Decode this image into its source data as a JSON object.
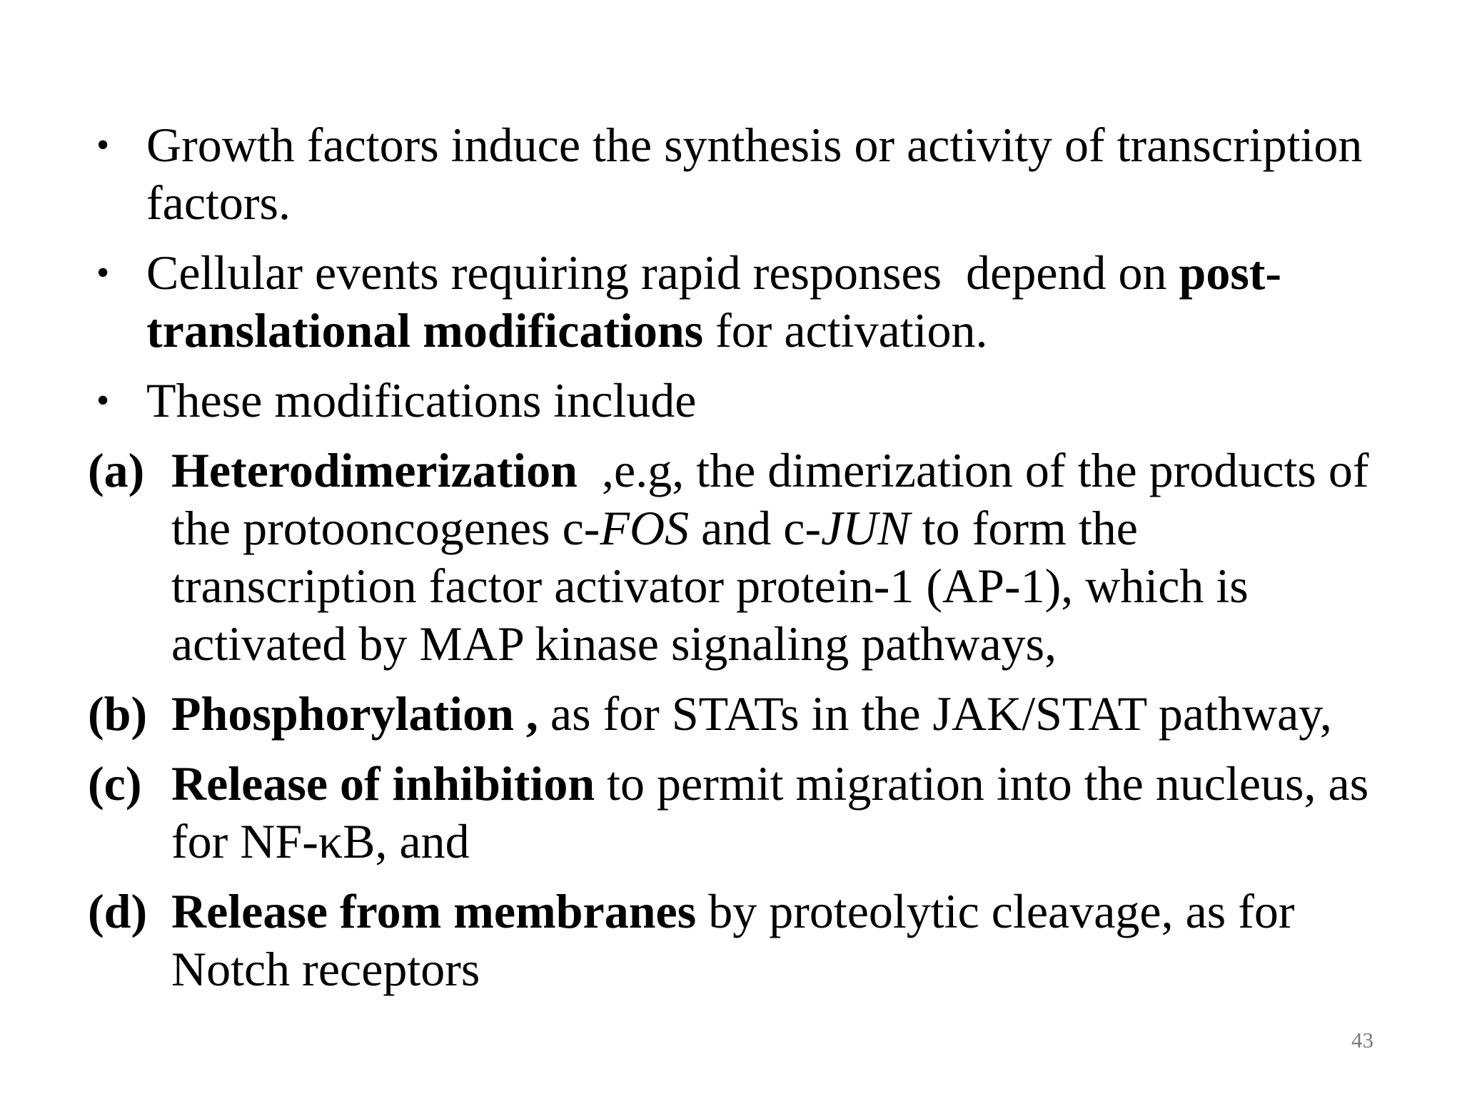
{
  "page": {
    "background_color": "#ffffff",
    "text_color": "#000000",
    "page_number": "43",
    "page_number_color": "#7a7a7a"
  },
  "content": {
    "paragraphs": [
      {
        "type": "bullet",
        "marker": "•",
        "name": "bullet-item-growth-factors",
        "lines": [
          [
            {
              "t": "Growth factors induce the synthesis or activity of transcription"
            }
          ],
          [
            {
              "t": "factors."
            }
          ]
        ]
      },
      {
        "type": "bullet",
        "marker": "•",
        "name": "bullet-item-cellular-events",
        "lines": [
          [
            {
              "t": "Cellular events requiring rapid responses  depend on "
            },
            {
              "t": "post-",
              "b": true
            }
          ],
          [
            {
              "t": "translational modifications",
              "b": true
            },
            {
              "t": " for activation."
            }
          ]
        ]
      },
      {
        "type": "bullet",
        "marker": "•",
        "name": "bullet-item-modifications-include",
        "lines": [
          [
            {
              "t": "These modifications include"
            }
          ]
        ]
      },
      {
        "type": "lettered",
        "marker": "(a)",
        "name": "lettered-item-heterodimerization",
        "lines": [
          [
            {
              "t": "Heterodimerization",
              "b": true
            },
            {
              "t": "  ,e.g, the dimerization of the products of"
            }
          ],
          [
            {
              "t": "the protooncogenes c-"
            },
            {
              "t": "FOS",
              "i": true
            },
            {
              "t": " and c-"
            },
            {
              "t": "JUN",
              "i": true
            },
            {
              "t": " to form the"
            }
          ],
          [
            {
              "t": "transcription factor activator protein-1 (AP-1), which is"
            }
          ],
          [
            {
              "t": "activated by MAP kinase signaling pathways,"
            }
          ]
        ]
      },
      {
        "type": "lettered",
        "marker": "(b)",
        "name": "lettered-item-phosphorylation",
        "lines": [
          [
            {
              "t": "Phosphorylation ,",
              "b": true
            },
            {
              "t": " as for STATs in the JAK/STAT pathway,"
            }
          ]
        ]
      },
      {
        "type": "lettered",
        "marker": "(c)",
        "name": "lettered-item-release-of-inhibition",
        "lines": [
          [
            {
              "t": "Release of inhibition",
              "b": true
            },
            {
              "t": " to permit migration into the nucleus, as"
            }
          ],
          [
            {
              "t": "for NF-κB, and"
            }
          ]
        ]
      },
      {
        "type": "lettered",
        "marker": "(d)",
        "name": "lettered-item-release-from-membranes",
        "lines": [
          [
            {
              "t": "Release from membranes",
              "b": true
            },
            {
              "t": " by proteolytic cleavage, as for"
            }
          ],
          [
            {
              "t": "Notch receptors"
            }
          ]
        ]
      }
    ]
  }
}
